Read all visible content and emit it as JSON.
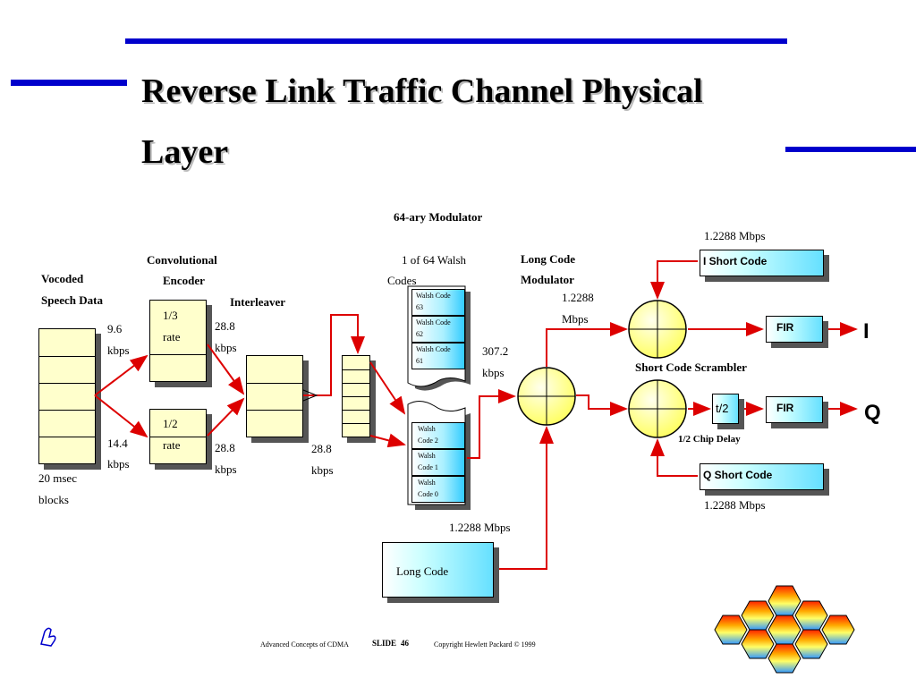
{
  "title": "Reverse Link Traffic Channel Physical Layer",
  "labels": {
    "modulator64": "64-ary Modulator",
    "one_of_64_a": "1 of 64 Walsh",
    "one_of_64_b": "Codes",
    "conv_a": "Convolutional",
    "conv_b": "Encoder",
    "vocoded_a": "Vocoded",
    "vocoded_b": "Speech Data",
    "interleaver": "Interleaver",
    "rate96_a": "9.6",
    "rate96_b": "kbps",
    "rate144_a": "14.4",
    "rate144_b": "kbps",
    "blocks_a": "20 msec",
    "blocks_b": "blocks",
    "r13_a": "1/3",
    "r13_b": "rate",
    "r12_a": "1/2",
    "r12_b": "rate",
    "k288_1a": "28.8",
    "k288_1b": "kbps",
    "k288_2a": "28.8",
    "k288_2b": "kbps",
    "k288_3a": "28.8",
    "k288_3b": "kbps",
    "k3072_a": "307.2",
    "k3072_b": "kbps",
    "lcm_a": "Long Code",
    "lcm_b": "Modulator",
    "m12288_a": "1.2288",
    "m12288_b": "Mbps",
    "mbps_top": "1.2288 Mbps",
    "mbps_bottom": "1.2288 Mbps",
    "mbps_long": "1.2288 Mbps",
    "scrambler": "Short Code Scrambler",
    "chip_delay": "1/2 Chip Delay",
    "i_short": "I Short Code",
    "q_short": "Q Short Code",
    "fir_i": "FIR",
    "fir_q": "FIR",
    "delay": "t/2",
    "long_code": "Long Code",
    "out_i": "I",
    "out_q": "Q"
  },
  "walsh_codes_top": [
    "Walsh Code 63",
    "Walsh Code 62",
    "Walsh Code 61"
  ],
  "walsh_codes_bottom": [
    "Walsh Code 2",
    "Walsh Code 1",
    "Walsh Code 0"
  ],
  "walsh_top_lines": [
    [
      "Walsh Code",
      "63"
    ],
    [
      "Walsh Code",
      "62"
    ],
    [
      "Walsh Code",
      "61"
    ]
  ],
  "walsh_bottom_lines": [
    [
      "Walsh",
      "Code 2"
    ],
    [
      "Walsh",
      "Code 1"
    ],
    [
      "Walsh",
      "Code 0"
    ]
  ],
  "footer": {
    "course": "Advanced Concepts of CDMA",
    "slide_label": "SLIDE",
    "slide_num": "46",
    "copyright": "Copyright Hewlett Packard © 1999"
  },
  "colors": {
    "accent_line": "#0000cc",
    "arrow": "#dd0000",
    "block_fill": "#ffffcc",
    "shadow": "#555555"
  }
}
